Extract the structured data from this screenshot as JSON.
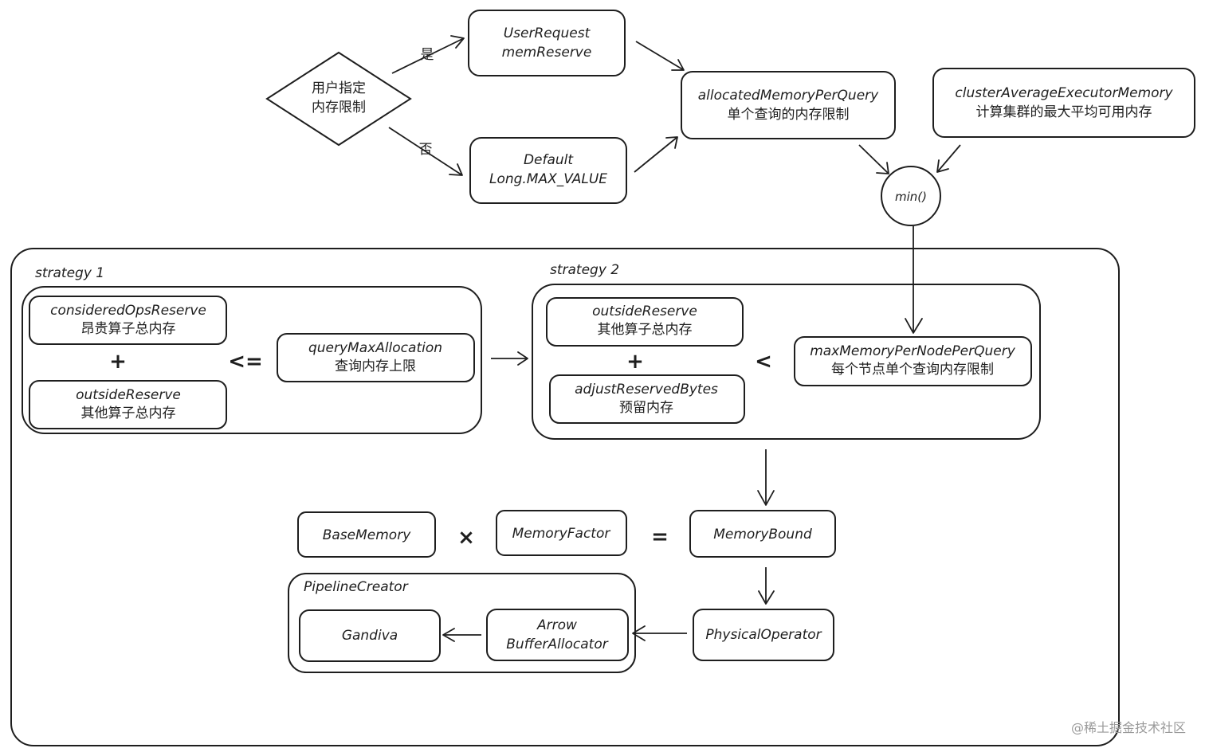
{
  "decision": {
    "line1": "用户指定",
    "line2": "内存限制"
  },
  "edge_labels": {
    "yes": "是",
    "no": "否"
  },
  "user_request": {
    "line1": "UserRequest",
    "line2": "memReserve"
  },
  "default_box": {
    "line1": "Default",
    "line2": "Long.MAX_VALUE"
  },
  "allocated": {
    "line1": "allocatedMemoryPerQuery",
    "line2": "单个查询的内存限制"
  },
  "cluster_avg": {
    "line1": "clusterAverageExecutorMemory",
    "line2": "计算集群的最大平均可用内存"
  },
  "min_node": {
    "label": "min()"
  },
  "strategy1": {
    "title": "strategy 1",
    "considered": {
      "line1": "consideredOpsReserve",
      "line2": "昂贵算子总内存"
    },
    "plus": "+",
    "outside": {
      "line1": "outsideReserve",
      "line2": "其他算子总内存"
    },
    "compare": "<=",
    "query_max": {
      "line1": "queryMaxAllocation",
      "line2": "查询内存上限"
    }
  },
  "strategy2": {
    "title": "strategy 2",
    "outside": {
      "line1": "outsideReserve",
      "line2": "其他算子总内存"
    },
    "plus": "+",
    "adjust": {
      "line1": "adjustReservedBytes",
      "line2": "预留内存"
    },
    "compare": "<",
    "max_per_node": {
      "line1": "maxMemoryPerNodePerQuery",
      "line2": "每个节点单个查询内存限制"
    }
  },
  "formula": {
    "base": "BaseMemory",
    "times": "×",
    "factor": "MemoryFactor",
    "equals": "=",
    "bound": "MemoryBound"
  },
  "pipeline": {
    "title": "PipelineCreator",
    "gandiva": "Gandiva",
    "arrow": {
      "line1": "Arrow",
      "line2": "BufferAllocator"
    }
  },
  "physical_operator": "PhysicalOperator",
  "watermark": "@稀土掘金技术社区"
}
